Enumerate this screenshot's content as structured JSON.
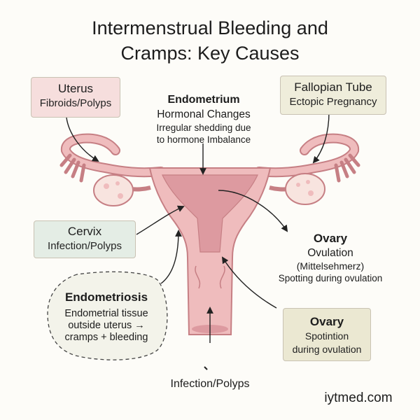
{
  "title": {
    "line1": "Intermenstrual Bleeding and",
    "line2": "Cramps: Key Causes"
  },
  "labels": {
    "uterus": {
      "heading": "Uterus",
      "detail": "Fibroids/Polyps"
    },
    "fallopian_tube": {
      "heading": "Fallopian Tube",
      "detail": "Ectopic Pregnancy"
    },
    "endometrium": {
      "heading": "Endometrium",
      "sub": "Hormonal Changes",
      "note_line1": "Irregular shedding due",
      "note_line2": "to hormone Imbalance"
    },
    "cervix": {
      "heading": "Cervix",
      "detail": "Infection/Polyps"
    },
    "ovary_right": {
      "heading": "Ovary",
      "sub": "Ovulation",
      "paren": "(Mittelsehmerz)",
      "note": "Spotting during ovulation"
    },
    "endometriosis": {
      "heading": "Endometriosis",
      "line1": "Endometrial tissue",
      "line2": "outside uterus →",
      "line3": "cramps + bleeding"
    },
    "ovary_box": {
      "heading": "Ovary",
      "line1": "Spotintion",
      "line2": "during ovulation"
    },
    "bottom": "Infection/Polyps"
  },
  "footer": "iytmed.com",
  "colors": {
    "uterus_box": "#f6dedd",
    "fallopian_box": "#efeddb",
    "cervix_box": "#e4ede5",
    "endometriosis_box": "#f3f3ea",
    "ovary_box": "#ebe8d2",
    "tissue_fill": "#efbcbd",
    "tissue_stroke": "#c67f84",
    "inner_fill": "#dd9aa0",
    "ovary_fill": "#f8e4df",
    "line": "#222222"
  }
}
